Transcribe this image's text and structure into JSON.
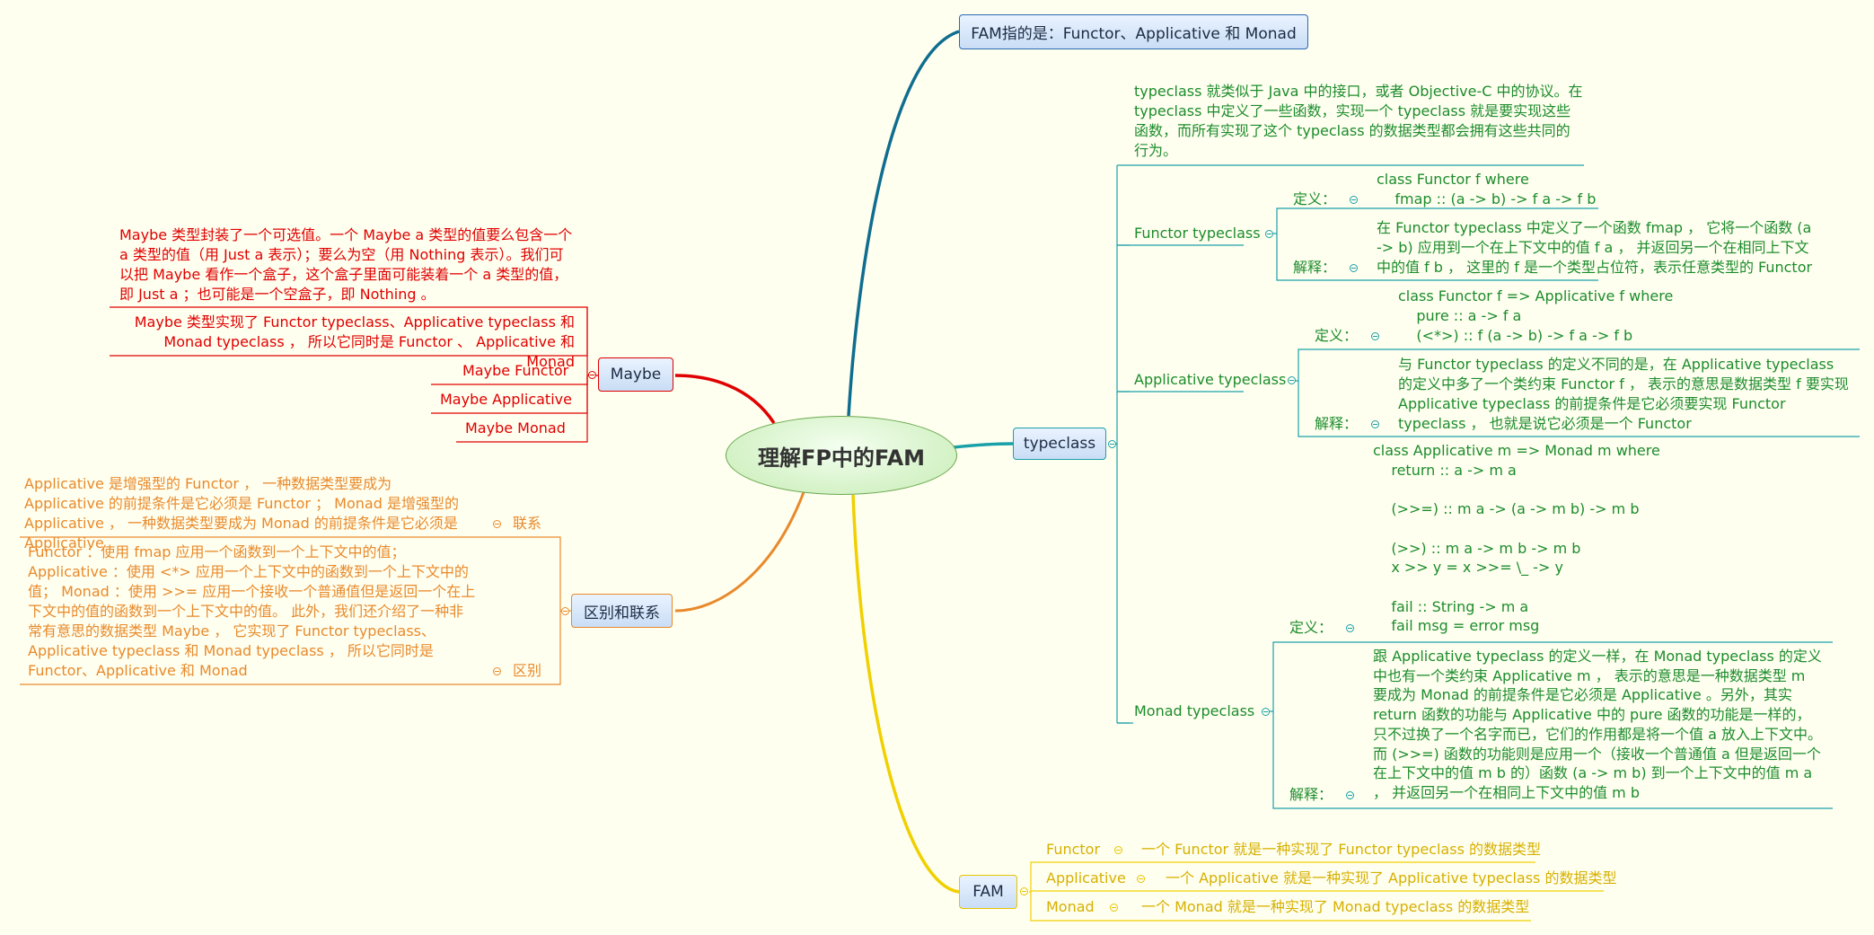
{
  "root": {
    "label": "理解FP中的FAM"
  },
  "fam_meaning": {
    "label": "FAM指的是：Functor、Applicative 和 Monad"
  },
  "typeclass": {
    "label": "typeclass",
    "intro": "typeclass 就类似于 Java 中的接口，或者 Objective-C 中的协议。在 typeclass 中定义了一些函数，实现一个 typeclass 就是要实现这些函数，而所有实现了这个 typeclass 的数据类型都会拥有这些共同的行为。",
    "functor": {
      "label": "Functor typeclass",
      "def_label": "定义：",
      "def_code": "class Functor f where\n    fmap :: (a -> b) -> f a -> f b",
      "exp_label": "解释：",
      "exp_text": "在 Functor typeclass 中定义了一个函数 fmap ， 它将一个函数 (a -> b) 应用到一个在上下文中的值 f a ， 并返回另一个在相同上下文中的值 f b ， 这里的 f 是一个类型占位符，表示任意类型的 Functor"
    },
    "applicative": {
      "label": "Applicative typeclass",
      "def_label": "定义：",
      "def_code": "class Functor f => Applicative f where\n    pure :: a -> f a\n    (<*>) :: f (a -> b) -> f a -> f b",
      "exp_label": "解释：",
      "exp_text": "与 Functor typeclass 的定义不同的是，在 Applicative typeclass 的定义中多了一个类约束 Functor f ， 表示的意思是数据类型 f 要实现 Applicative typeclass 的前提条件是它必须要实现 Functor typeclass ， 也就是说它必须是一个 Functor"
    },
    "monad": {
      "label": "Monad typeclass",
      "def_label": "定义：",
      "def_code": "class Applicative m => Monad m where\n    return :: a -> m a\n\n    (>>=) :: m a -> (a -> m b) -> m b\n\n    (>>) :: m a -> m b -> m b\n    x >> y = x >>= \\_ -> y\n\n    fail :: String -> m a\n    fail msg = error msg",
      "exp_label": "解释：",
      "exp_text": "跟 Applicative typeclass 的定义一样，在 Monad typeclass 的定义中也有一个类约束 Applicative m ， 表示的意思是一种数据类型 m 要成为 Monad 的前提条件是它必须是 Applicative 。另外，其实 return 函数的功能与 Applicative 中的 pure 函数的功能是一样的，只不过换了一个名字而已，它们的作用都是将一个值 a 放入上下文中。而 (>>=) 函数的功能则是应用一个（接收一个普通值 a 但是返回一个在上下文中的值 m b 的）函数 (a -> m b) 到一个上下文中的值 m a ， 并返回另一个在相同上下文中的值 m b"
    }
  },
  "fam": {
    "label": "FAM",
    "items": [
      {
        "name": "Functor",
        "text": "一个 Functor 就是一种实现了 Functor typeclass 的数据类型"
      },
      {
        "name": "Applicative",
        "text": "一个 Applicative 就是一种实现了 Applicative typeclass 的数据类型"
      },
      {
        "name": "Monad",
        "text": "一个 Monad 就是一种实现了 Monad typeclass 的数据类型"
      }
    ]
  },
  "maybe": {
    "label": "Maybe",
    "desc": "Maybe 类型封装了一个可选值。一个 Maybe a 类型的值要么包含一个 a 类型的值（用 Just a 表示）；要么为空（用 Nothing 表示）。我们可以把 Maybe 看作一个盒子，这个盒子里面可能装着一个 a 类型的值，即 Just a ；也可能是一个空盒子，即 Nothing 。",
    "impl": "Maybe 类型实现了 Functor typeclass、Applicative typeclass 和 Monad typeclass ， 所以它同时是 Functor 、 Applicative 和 Monad",
    "items": [
      "Maybe Functor",
      "Maybe Applicative",
      "Maybe Monad"
    ]
  },
  "diff": {
    "label": "区别和联系",
    "relation_label": "联系",
    "relation_text": "Applicative 是增强型的 Functor ， 一种数据类型要成为 Applicative 的前提条件是它必须是 Functor ； Monad 是增强型的 Applicative ， 一种数据类型要成为 Monad 的前提条件是它必须是 Applicative",
    "difference_label": "区别",
    "difference_text": "Functor ：使用 fmap 应用一个函数到一个上下文中的值； Applicative ：使用 <*> 应用一个上下文中的函数到一个上下文中的值； Monad ：使用 >>= 应用一个接收一个普通值但是返回一个在上下文中的值的函数到一个上下文中的值。 此外，我们还介绍了一种非常有意思的数据类型 Maybe ， 它实现了 Functor typeclass、Applicative typeclass 和 Monad typeclass ， 所以它同时是 Functor、Applicative 和 Monad"
  },
  "colors": {
    "teal": "#1aa0a8",
    "red": "#e00000",
    "orange": "#e88a2c",
    "yellow": "#f0d000",
    "navy": "#0f6d8f",
    "green": "#1c8c2c"
  }
}
